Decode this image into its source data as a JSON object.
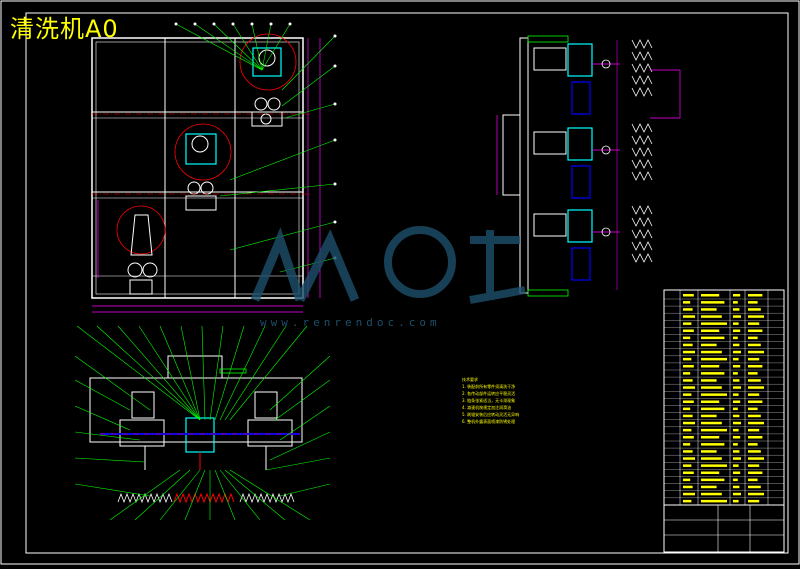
{
  "drawing": {
    "title": "清洗机A0"
  },
  "watermark": {
    "brand": "人人文库",
    "url": "www.renrendoc.com"
  },
  "notes": {
    "heading": "技术要求",
    "lines": [
      "1. 装配前所有零件须清洗干净",
      "2. 各传动部件运转应平稳灵活",
      "3. 链条张紧适当，无卡滞现象",
      "4. 减速机按规定加注润滑油",
      "5. 刷辊安装后应转动灵活无异响",
      "6. 整机外露表面喷漆防锈处理"
    ]
  },
  "colors": {
    "background": "#000000",
    "frame": "#ffffff",
    "title": "#ffff00",
    "dimension": "#ff00ff",
    "leader": "#00ff00",
    "center": "#ff0000",
    "motor": "#00ffff",
    "watermark": "#1d4f6b"
  }
}
